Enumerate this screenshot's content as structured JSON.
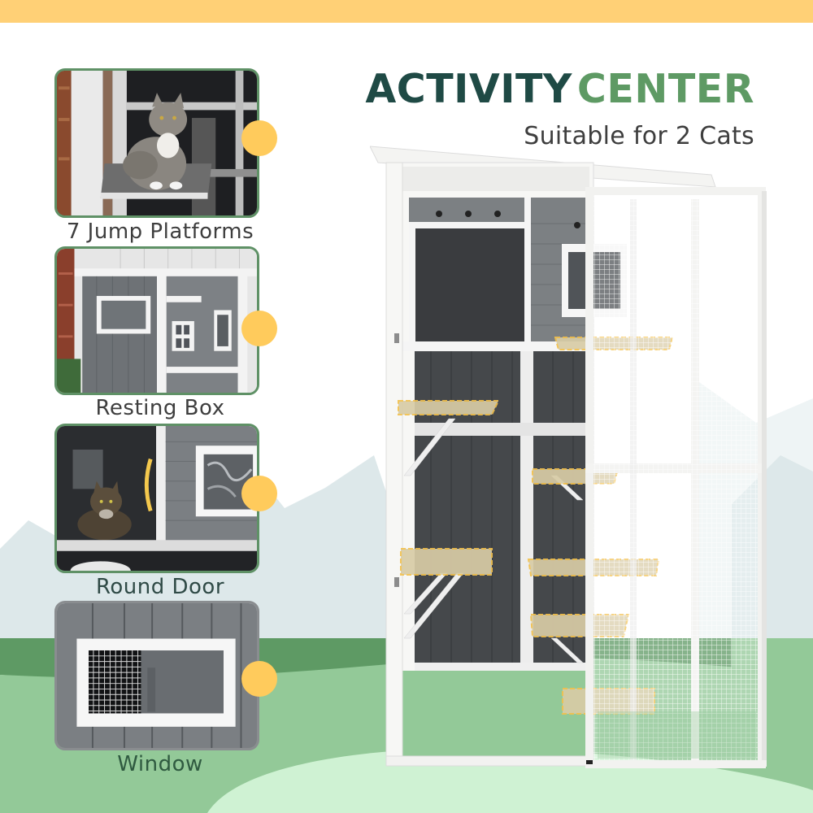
{
  "header": {
    "title_part1": "ACTIVITY",
    "title_part2": "CENTER",
    "subtitle": "Suitable for 2 Cats"
  },
  "features": [
    {
      "label": "7 Jump Platforms",
      "icon": "cat-on-platform-photo"
    },
    {
      "label": "Resting Box",
      "icon": "resting-box-photo"
    },
    {
      "label": "Round Door",
      "icon": "round-door-photo"
    },
    {
      "label": "Window",
      "icon": "window-photo"
    }
  ],
  "product": {
    "name": "Outdoor cat enclosure with 7 jump platforms",
    "platform_count": 7
  },
  "colors": {
    "top_band": "#FFD076",
    "title_dark": "#1F4A45",
    "title_green": "#5E9A64",
    "subtitle": "#3E3E3E",
    "card_border": "#5F9166",
    "accent_dot": "#FFCB5C",
    "mountain": "#DDE8EA",
    "mountain_light": "#EEF4F5",
    "grass_dark": "#5E9A64",
    "grass_mid": "#93C998",
    "grass_light": "#CFF2D3",
    "platform_fill": "#D8CCA6",
    "platform_outline": "#F2C14E",
    "wall_dark": "#4A4D50",
    "wall_mid": "#7C8083",
    "frame_white": "#F7F7F5"
  }
}
